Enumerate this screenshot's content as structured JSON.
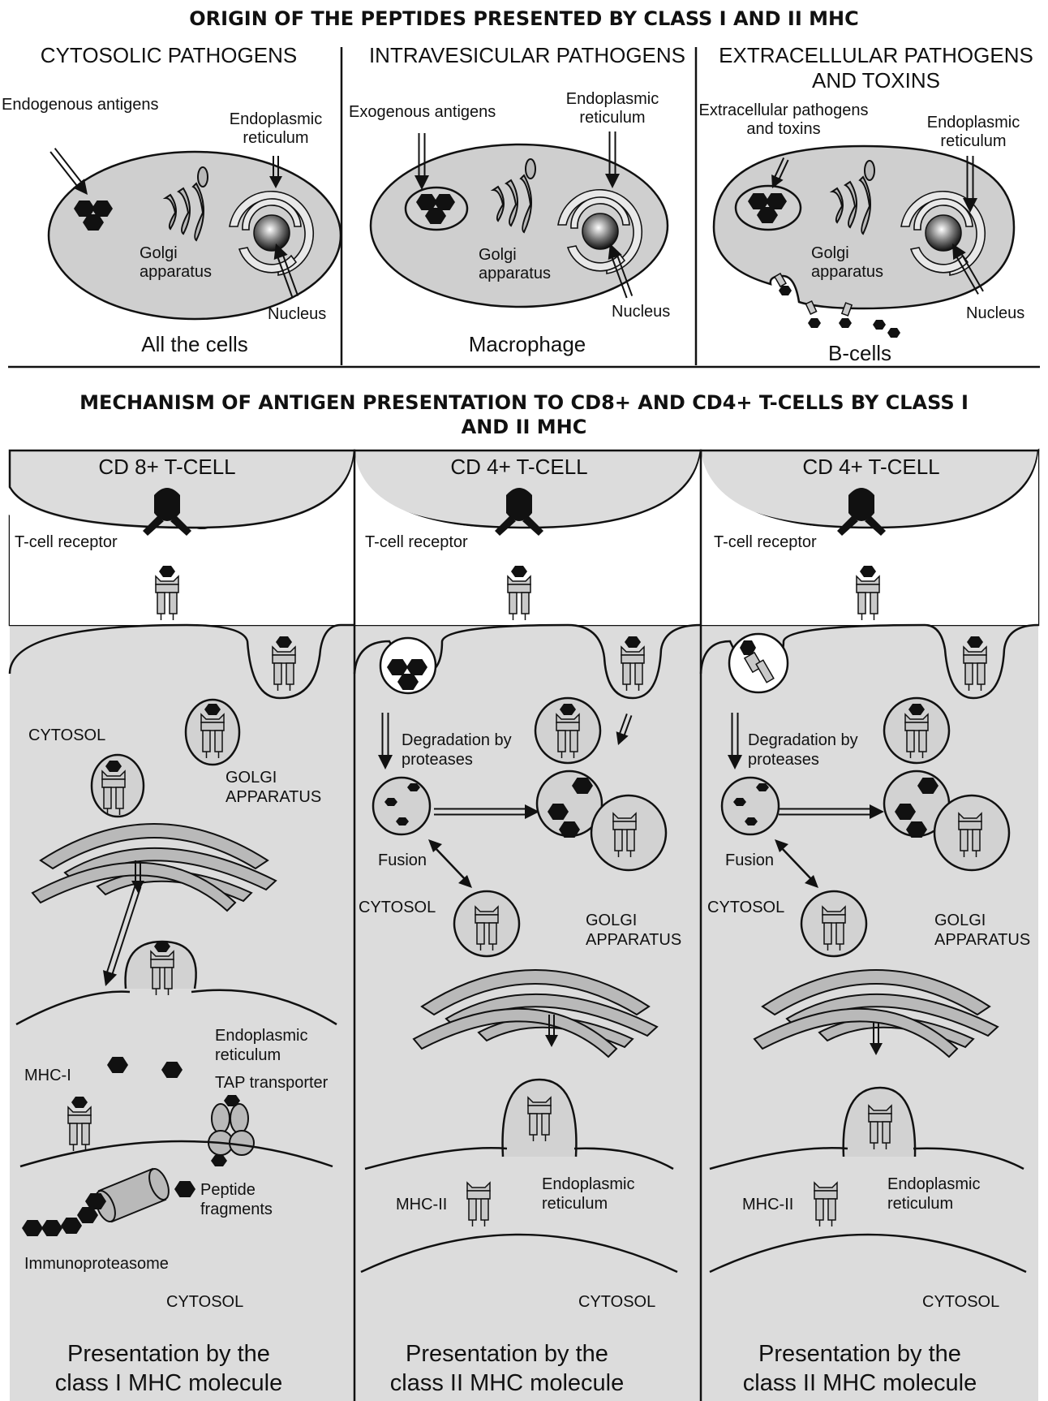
{
  "top_title": "ORIGIN OF THE PEPTIDES PRESENTED BY CLASS I AND II MHC",
  "top_panels": [
    {
      "heading_lines": [
        "CYTOSOLIC PATHOGENS"
      ],
      "antigen_lines": [
        "Endogenous antigens"
      ],
      "er_lines": [
        "Endoplasmic",
        "reticulum"
      ],
      "golgi_lines": [
        "Golgi",
        "apparatus"
      ],
      "nucleus": "Nucleus",
      "cell_type": "All the cells"
    },
    {
      "heading_lines": [
        "INTRAVESICULAR PATHOGENS"
      ],
      "antigen_lines": [
        "Exogenous antigens"
      ],
      "er_lines": [
        "Endoplasmic",
        "reticulum"
      ],
      "golgi_lines": [
        "Golgi",
        "apparatus"
      ],
      "nucleus": "Nucleus",
      "cell_type": "Macrophage"
    },
    {
      "heading_lines": [
        "EXTRACELLULAR PATHOGENS",
        "AND TOXINS"
      ],
      "antigen_lines": [
        "Extracellular pathogens",
        "and toxins"
      ],
      "er_lines": [
        "Endoplasmic",
        "reticulum"
      ],
      "golgi_lines": [
        "Golgi",
        "apparatus"
      ],
      "nucleus": "Nucleus",
      "cell_type": "B-cells"
    }
  ],
  "bottom_title_lines": [
    "MECHANISM OF ANTIGEN PRESENTATION TO CD8+ AND CD4+ T-CELLS BY CLASS I",
    "AND II MHC"
  ],
  "bottom_panels": [
    {
      "tcell": "CD 8+ T-CELL",
      "tcr": "T-cell receptor",
      "cytosol_upper": "CYTOSOL",
      "golgi_lines": [
        "GOLGI",
        "APPARATUS"
      ],
      "er_lines": [
        "Endoplasmic",
        "reticulum"
      ],
      "mhc": "MHC-I",
      "tap": "TAP transporter",
      "peptide_lines": [
        "Peptide",
        "fragments"
      ],
      "immunoproteasome": "Immunoproteasome",
      "cytosol_lower": "CYTOSOL",
      "presentation_lines": [
        "Presentation by the",
        "class I MHC molecule"
      ]
    },
    {
      "tcell": "CD 4+ T-CELL",
      "tcr": "T-cell receptor",
      "degradation_lines": [
        "Degradation by",
        "proteases"
      ],
      "fusion": "Fusion",
      "cytosol_upper": "CYTOSOL",
      "golgi_lines": [
        "GOLGI",
        "APPARATUS"
      ],
      "mhc": "MHC-II",
      "er_lines": [
        "Endoplasmic",
        "reticulum"
      ],
      "cytosol_lower": "CYTOSOL",
      "presentation_lines": [
        "Presentation by the",
        "class II MHC molecule"
      ]
    },
    {
      "tcell": "CD 4+ T-CELL",
      "tcr": "T-cell receptor",
      "degradation_lines": [
        "Degradation by",
        "proteases"
      ],
      "fusion": "Fusion",
      "cytosol_upper": "CYTOSOL",
      "golgi_lines": [
        "GOLGI",
        "APPARATUS"
      ],
      "mhc": "MHC-II",
      "er_lines": [
        "Endoplasmic",
        "reticulum"
      ],
      "cytosol_lower": "CYTOSOL",
      "presentation_lines": [
        "Presentation by the",
        "class II MHC molecule"
      ]
    }
  ]
}
